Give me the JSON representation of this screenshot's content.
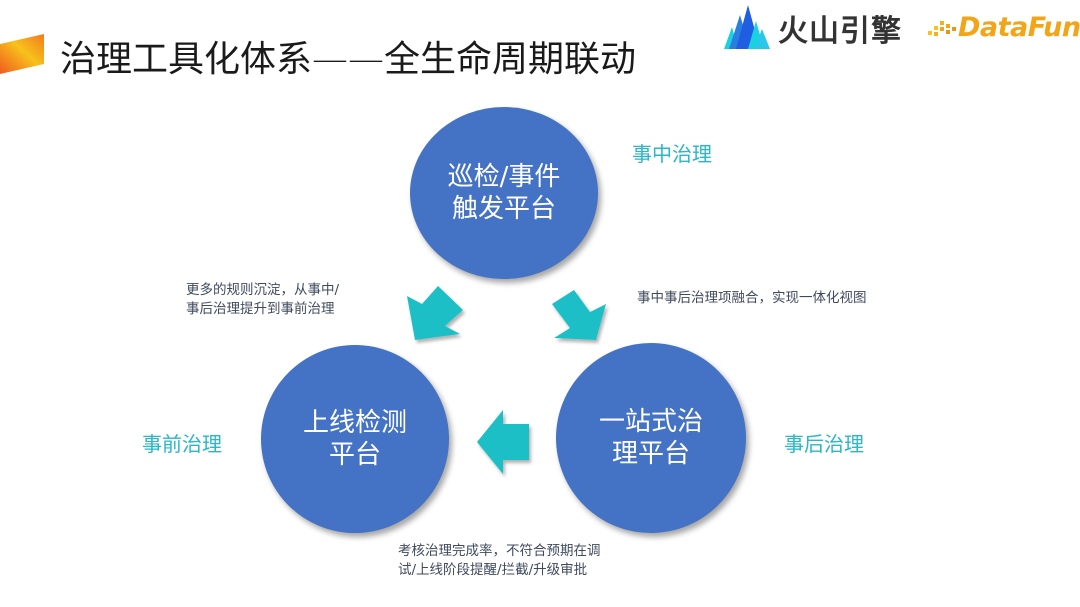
{
  "header": {
    "title": "治理工具化体系——全生命周期联动",
    "logos": {
      "volcano_engine": "火山引擎",
      "datafun": "DataFun."
    }
  },
  "diagram": {
    "nodes": [
      {
        "id": "top",
        "label": "巡检/事件触发平台",
        "line1": "巡检/事件",
        "line2": "触发平台",
        "phase": "事中治理"
      },
      {
        "id": "left",
        "label": "上线检测平台",
        "line1": "上线检测",
        "line2": "平台",
        "phase": "事前治理"
      },
      {
        "id": "right",
        "label": "一站式治理平台",
        "line1": "一站式治",
        "line2": "理平台",
        "phase": "事后治理"
      }
    ],
    "edges": [
      {
        "from": "top",
        "to": "left",
        "note_line1": "更多的规则沉淀，从事中/",
        "note_line2": "事后治理提升到事前治理"
      },
      {
        "from": "top",
        "to": "right",
        "note_line1": "事中事后治理项融合，实现一体化视图",
        "note_line2": ""
      },
      {
        "from": "right",
        "to": "left",
        "note_line1": "考核治理完成率，不符合预期在调",
        "note_line2": "试/上线阶段提醒/拦截/升级审批"
      }
    ]
  },
  "colors": {
    "circle": "#4472c4",
    "arrow": "#1fbfc6",
    "phase_text": "#2ab7c6",
    "note_text": "#3f4a5e",
    "title_text": "#1a1a1a"
  }
}
